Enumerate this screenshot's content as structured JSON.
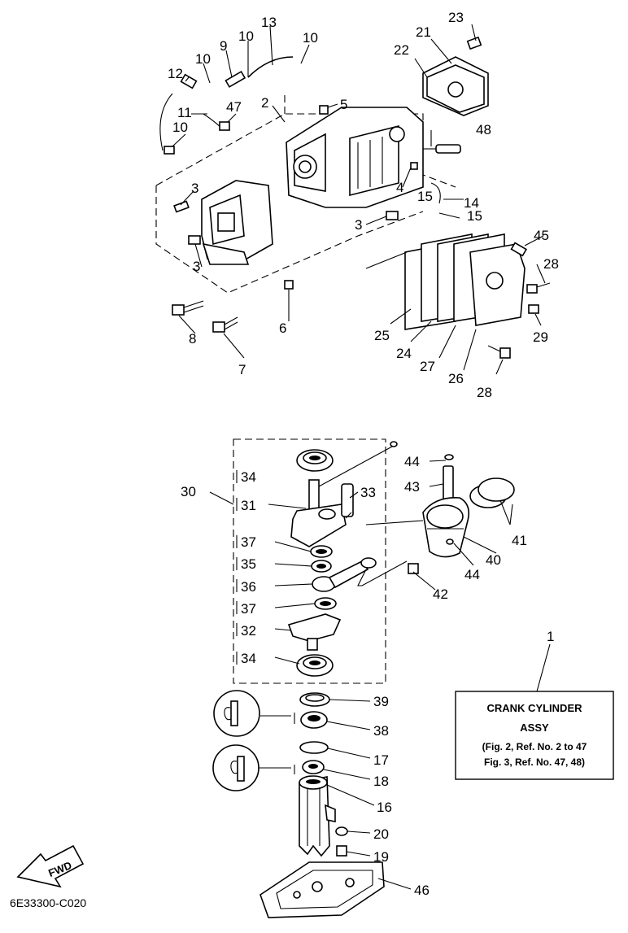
{
  "diagram_code": "6E33300-C020",
  "fwd_label": "FWD",
  "assy_box": {
    "line1": "CRANK CYLINDER",
    "line2": "ASSY",
    "line3": "(Fig. 2, Ref. No. 2 to 47",
    "line4": "Fig. 3, Ref. No. 47, 48)"
  },
  "callouts": [
    {
      "id": "c23",
      "text": "23"
    },
    {
      "id": "c21",
      "text": "21"
    },
    {
      "id": "c22",
      "text": "22"
    },
    {
      "id": "c13",
      "text": "13"
    },
    {
      "id": "c10a",
      "text": "10"
    },
    {
      "id": "c10b",
      "text": "10"
    },
    {
      "id": "c9",
      "text": "9"
    },
    {
      "id": "c10c",
      "text": "10"
    },
    {
      "id": "c12",
      "text": "12"
    },
    {
      "id": "c11",
      "text": "11"
    },
    {
      "id": "c47",
      "text": "47"
    },
    {
      "id": "c10d",
      "text": "10"
    },
    {
      "id": "c2",
      "text": "2"
    },
    {
      "id": "c5",
      "text": "5"
    },
    {
      "id": "c48",
      "text": "48"
    },
    {
      "id": "c3a",
      "text": "3"
    },
    {
      "id": "c4",
      "text": "4"
    },
    {
      "id": "c15a",
      "text": "15"
    },
    {
      "id": "c14",
      "text": "14"
    },
    {
      "id": "c3b",
      "text": "3"
    },
    {
      "id": "c15b",
      "text": "15"
    },
    {
      "id": "c3c",
      "text": "3"
    },
    {
      "id": "c45",
      "text": "45"
    },
    {
      "id": "c28a",
      "text": "28"
    },
    {
      "id": "c6",
      "text": "6"
    },
    {
      "id": "c8",
      "text": "8"
    },
    {
      "id": "c29",
      "text": "29"
    },
    {
      "id": "c25",
      "text": "25"
    },
    {
      "id": "c24",
      "text": "24"
    },
    {
      "id": "c7",
      "text": "7"
    },
    {
      "id": "c27",
      "text": "27"
    },
    {
      "id": "c26",
      "text": "26"
    },
    {
      "id": "c28b",
      "text": "28"
    },
    {
      "id": "c44a",
      "text": "44"
    },
    {
      "id": "c34a",
      "text": "34"
    },
    {
      "id": "c43",
      "text": "43"
    },
    {
      "id": "c30",
      "text": "30"
    },
    {
      "id": "c31",
      "text": "31"
    },
    {
      "id": "c33",
      "text": "33"
    },
    {
      "id": "c41",
      "text": "41"
    },
    {
      "id": "c37a",
      "text": "37"
    },
    {
      "id": "c40",
      "text": "40"
    },
    {
      "id": "c35",
      "text": "35"
    },
    {
      "id": "c44b",
      "text": "44"
    },
    {
      "id": "c36",
      "text": "36"
    },
    {
      "id": "c42",
      "text": "42"
    },
    {
      "id": "c37b",
      "text": "37"
    },
    {
      "id": "c32",
      "text": "32"
    },
    {
      "id": "c1",
      "text": "1"
    },
    {
      "id": "c34b",
      "text": "34"
    },
    {
      "id": "c39",
      "text": "39"
    },
    {
      "id": "c38",
      "text": "38"
    },
    {
      "id": "c17",
      "text": "17"
    },
    {
      "id": "c18",
      "text": "18"
    },
    {
      "id": "c16",
      "text": "16"
    },
    {
      "id": "c20",
      "text": "20"
    },
    {
      "id": "c19",
      "text": "19"
    },
    {
      "id": "c46",
      "text": "46"
    }
  ]
}
